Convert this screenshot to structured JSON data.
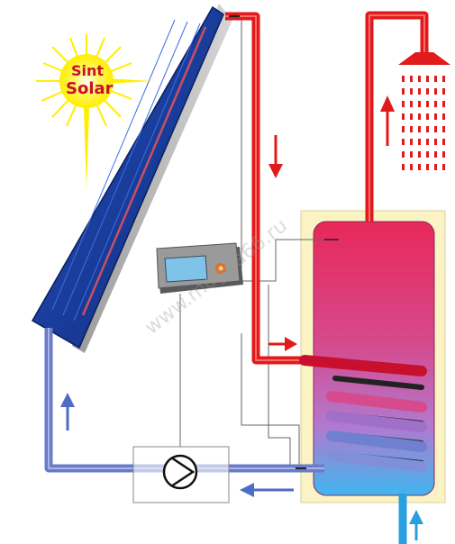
{
  "logo": {
    "line1": "Sint",
    "line2": "Solar"
  },
  "watermark": "www.mogda66.ru",
  "colors": {
    "hot": "#e11b1b",
    "cold": "#6a7cc8",
    "panel": "#1f3f9a",
    "tank_shell": "#fbf3c4",
    "sun": "#fff200",
    "background": "#ffffff"
  },
  "icons": [
    "sun-icon",
    "shower-head-icon",
    "pump-icon",
    "controller-icon",
    "flow-arrow-icon"
  ]
}
